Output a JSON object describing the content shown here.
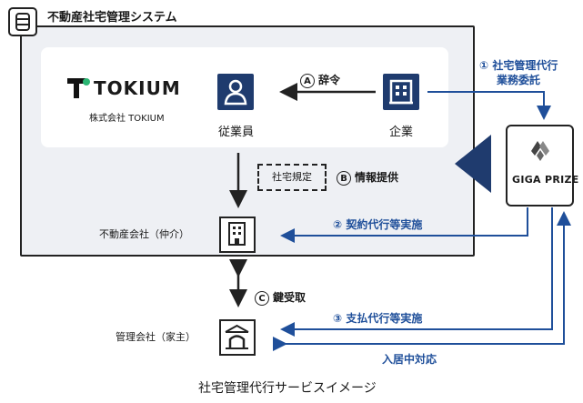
{
  "system": {
    "title": "不動産社宅管理システム"
  },
  "tokium": {
    "logo_text": "TOKIUM",
    "company_name": "株式会社 TOKIUM"
  },
  "nodes": {
    "employee": "従業員",
    "company": "企業",
    "realestate": "不動産会社（仲介）",
    "manager": "管理会社（家主）",
    "gigaprize": "GIGA PRIZE"
  },
  "flows": {
    "a": {
      "mark": "A",
      "label": "辞令"
    },
    "b": {
      "mark": "B",
      "label": "情報提供"
    },
    "c": {
      "mark": "C",
      "label": "鍵受取"
    },
    "one": {
      "mark": "①",
      "label_line1": "社宅管理代行",
      "label_line2": "業務委託"
    },
    "two": {
      "mark": "②",
      "label": "契約代行等実施"
    },
    "three": {
      "mark": "③",
      "label": "支払代行等実施"
    },
    "move_in": {
      "label": "入居中対応"
    }
  },
  "rules_box": "社宅規定",
  "caption": "社宅管理代行サービスイメージ",
  "colors": {
    "navy": "#1f3b6e",
    "blue": "#1f4f9a",
    "logo_green": "#2bb673"
  }
}
